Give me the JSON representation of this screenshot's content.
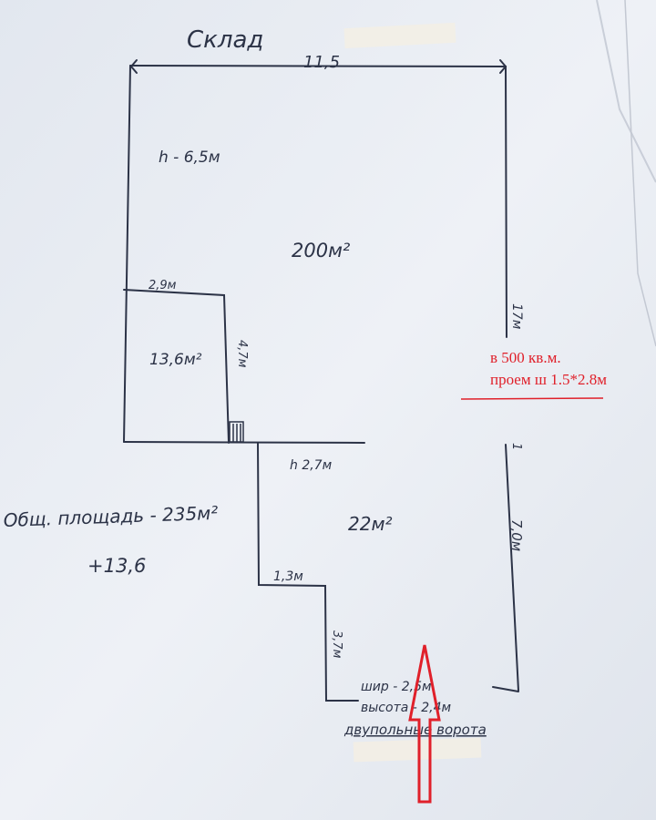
{
  "title": "Склад",
  "labels": {
    "top_width": "11,5",
    "height_note": "h - 6,5м",
    "main_area": "200м²",
    "small_width": "2,9м",
    "small_area": "13,6м²",
    "small_height": "4,7м",
    "right_side": "17м",
    "door_height": "h 2,7м",
    "lower_area": "22м²",
    "total_area": "Общ. площадь - 235м²",
    "extra_area": "+13,6",
    "step_width": "1,3м",
    "step_height": "3,7м",
    "lower_right": "7,0м",
    "corner_mark": "1",
    "gate_width": "шир - 2,5м",
    "gate_height": "высота - 2,4м",
    "gate_type": "двупольные ворота"
  },
  "annotation": {
    "line1": "в 500 кв.м.",
    "line2": "проем ш 1.5*2.8м"
  },
  "colors": {
    "paper": "#e9edf3",
    "ink": "#2c3347",
    "annotation": "#e0202a"
  }
}
